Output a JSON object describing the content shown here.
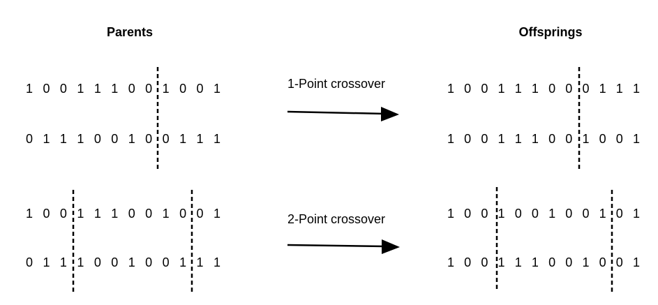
{
  "headings": {
    "parents": "Parents",
    "offsprings": "Offsprings"
  },
  "one_point": {
    "label": "1-Point crossover",
    "parent_1": "1 0 0 1 1 1 0 0 1 0 0 1",
    "parent_2": "0 1 1 1 0 0 1 0 0 1 1 1",
    "offspring_1": "1 0 0 1 1 1 0 0 0 1 1 1",
    "offspring_2": "1 0 0 1 1 1 0 0 1 0 0 1"
  },
  "two_point": {
    "label": "2-Point crossover",
    "parent_1": "1 0 0 1 1 1 0 0 1 0 0 1",
    "parent_2": "0 1 1 1 0 0 1 0 0 1 1 1",
    "offspring_1": "1 0 0 1 0 0 1 0 0 1 0 1",
    "offspring_2": "1 0 0 1 1 1 0 0 1 0 0 1"
  },
  "colors": {
    "ink": "#000000",
    "background": "#ffffff"
  }
}
